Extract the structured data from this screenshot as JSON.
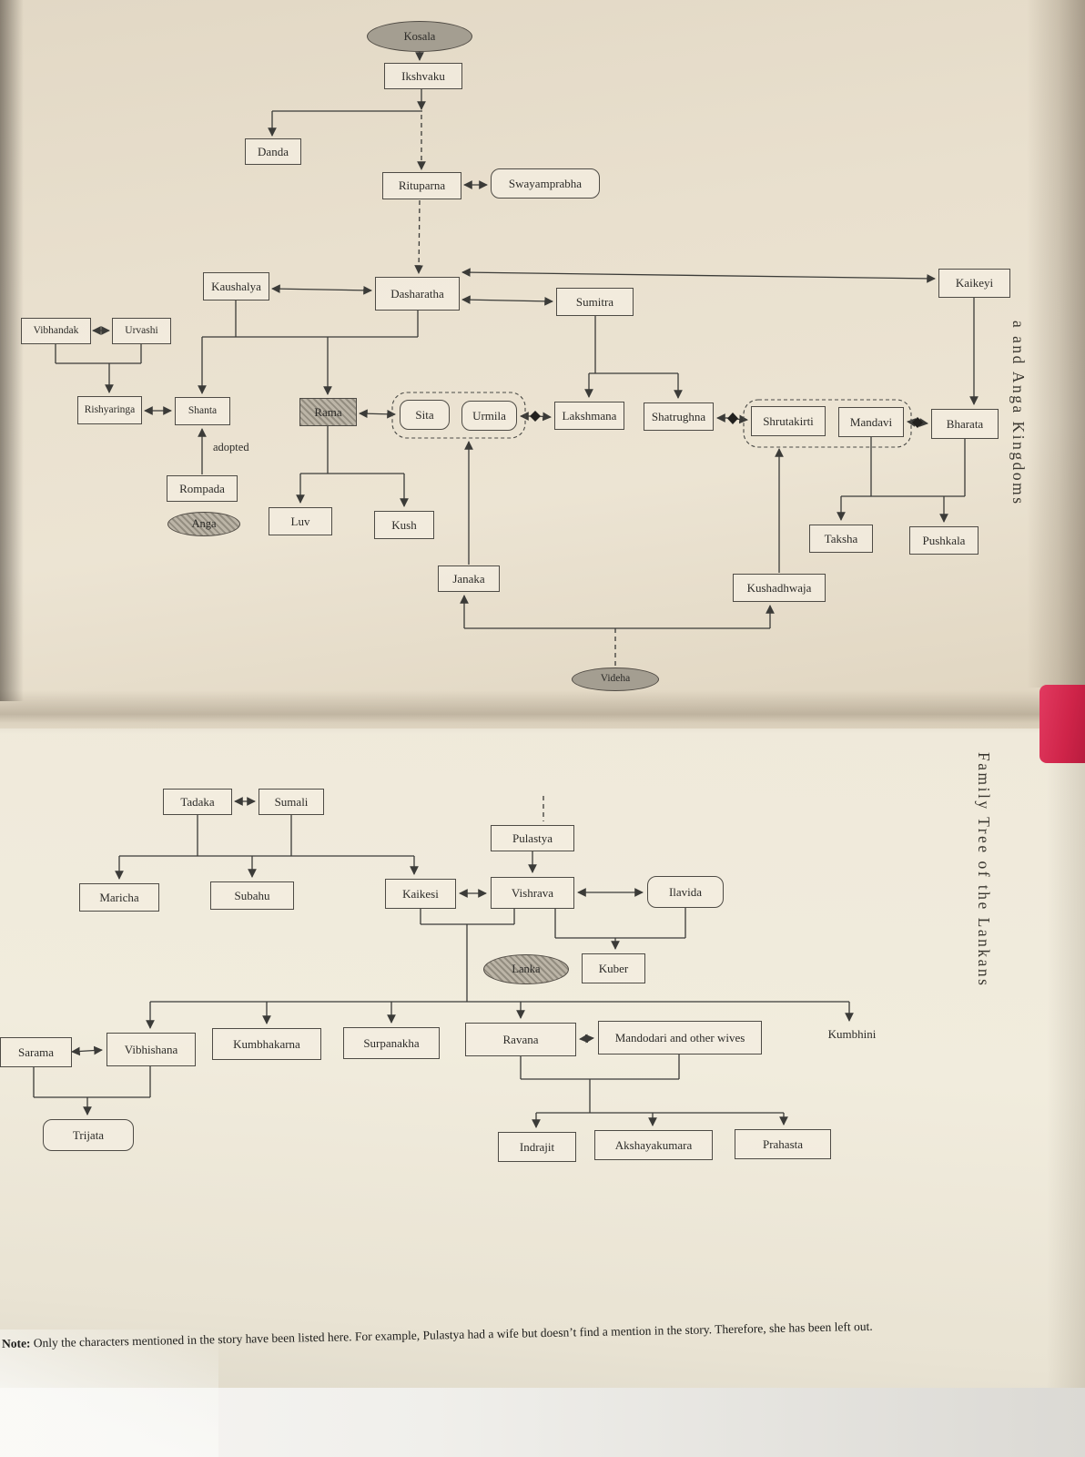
{
  "titles": {
    "top_vertical": "a and Anga Kingdoms",
    "bottom_vertical": "Family Tree of the Lankans"
  },
  "note": {
    "label": "Note:",
    "text": " Only the characters mentioned in the story have been listed here. For example, Pulastya had a wife but doesn’t find a mention in the story. Therefore, she has been left out."
  },
  "colors": {
    "paper": "#ece4d3",
    "bookmark_red": "#cf2449",
    "line": "#3b3b38"
  },
  "kosala_tree": {
    "kosala": "Kosala",
    "ikshvaku": "Ikshvaku",
    "danda": "Danda",
    "rituparna": "Rituparna",
    "swayamprabha": "Swayamprabha",
    "kaushalya": "Kaushalya",
    "dasharatha": "Dasharatha",
    "sumitra": "Sumitra",
    "kaikeyi": "Kaikeyi",
    "vibhandak": "Vibhandak",
    "urvashi": "Urvashi",
    "rishyaringa": "Rishyaringa",
    "shanta": "Shanta",
    "rama": "Rama",
    "sita": "Sita",
    "urmila": "Urmila",
    "lakshmana": "Lakshmana",
    "shatrughna": "Shatrughna",
    "shrutakirti": "Shrutakirti",
    "mandavi": "Mandavi",
    "bharata": "Bharata",
    "adopted": "adopted",
    "rompada": "Rompada",
    "anga": "Anga",
    "luv": "Luv",
    "kush": "Kush",
    "taksha": "Taksha",
    "pushkala": "Pushkala",
    "janaka": "Janaka",
    "kushadhwaja": "Kushadhwaja",
    "videha": "Videha"
  },
  "lanka_tree": {
    "tadaka": "Tadaka",
    "sumali": "Sumali",
    "pulastya": "Pulastya",
    "maricha": "Maricha",
    "subahu": "Subahu",
    "kaikesi": "Kaikesi",
    "vishrava": "Vishrava",
    "ilavida": "Ilavida",
    "lanka": "Lanka",
    "kuber": "Kuber",
    "sarama": "Sarama",
    "vibhishana": "Vibhishana",
    "kumbhakarna": "Kumbhakarna",
    "surpanakha": "Surpanakha",
    "ravana": "Ravana",
    "mandodari": "Mandodari and other wives",
    "kumbhini": "Kumbhini",
    "trijata": "Trijata",
    "indrajit": "Indrajit",
    "akshayakumara": "Akshayakumara",
    "prahasta": "Prahasta"
  }
}
